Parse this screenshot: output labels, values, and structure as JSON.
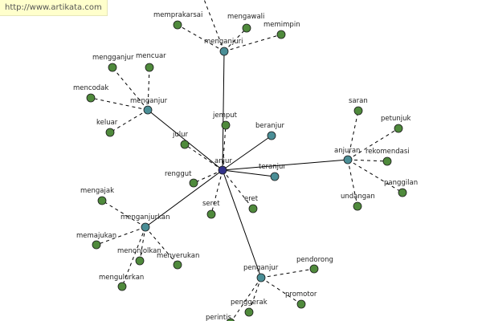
{
  "watermark": "http://www.artikata.com",
  "colors": {
    "center": "#33338a",
    "hub": "#4a8e96",
    "leaf": "#4f8a3c",
    "edge": "#000000"
  },
  "graph": {
    "center": "anjur",
    "hubs": [
      "menganjuri",
      "menganjur",
      "beranjur",
      "teranjur",
      "anjuran",
      "menganjurkan",
      "penganjur"
    ],
    "leaves": [
      "memprakarsai",
      "mengawali",
      "memimpin",
      "mengganjur",
      "mencuar",
      "mencodak",
      "keluar",
      "jemput",
      "julur",
      "saran",
      "petunjuk",
      "rekomendasi",
      "panggilan",
      "undangan",
      "renggut",
      "seret",
      "eret",
      "mengajak",
      "memajukan",
      "menonjolkan",
      "menyerukan",
      "mengulurkan",
      "pendorong",
      "promotor",
      "penggerak",
      "perintis"
    ]
  }
}
